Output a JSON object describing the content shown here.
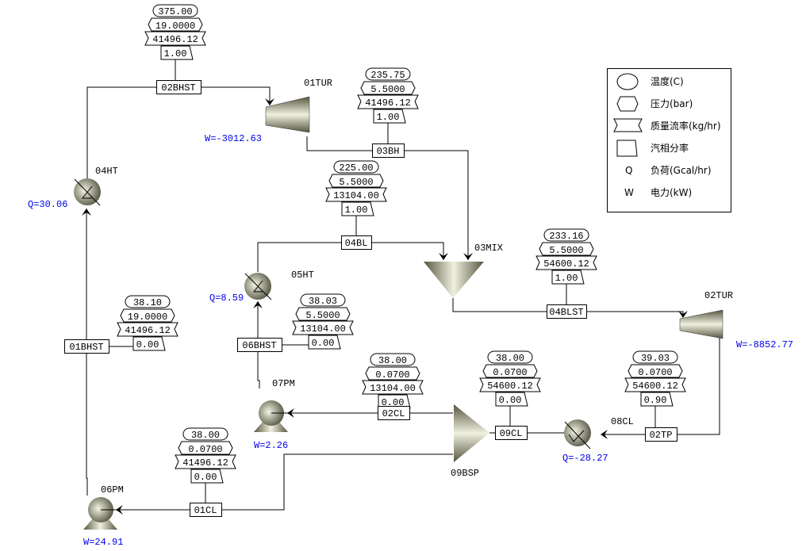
{
  "legend": {
    "items": [
      {
        "symbol": "oval",
        "label": "温度(C)"
      },
      {
        "symbol": "hexagon",
        "label": "压力(bar)"
      },
      {
        "symbol": "bowtie",
        "label": "质量流率(kg/hr)"
      },
      {
        "symbol": "trapezoid",
        "label": "汽相分率"
      },
      {
        "symbol": "Q",
        "label": "负荷(Gcal/hr)"
      },
      {
        "symbol": "W",
        "label": "电力(kW)"
      }
    ]
  },
  "blocks": {
    "tur01": {
      "name": "01TUR",
      "duty": "W=-3012.63"
    },
    "tur02": {
      "name": "02TUR",
      "duty": "W=-8852.77"
    },
    "ht04": {
      "name": "04HT",
      "duty": "Q=30.06"
    },
    "ht05": {
      "name": "05HT",
      "duty": "Q=8.59"
    },
    "mix03": {
      "name": "03MIX"
    },
    "cl08": {
      "name": "08CL",
      "duty": "Q=-28.27"
    },
    "bsp09": {
      "name": "09BSP"
    },
    "pm07": {
      "name": "07PM",
      "duty": "W=2.26"
    },
    "pm06": {
      "name": "06PM",
      "duty": "W=24.91"
    }
  },
  "streams": {
    "s02BHST": {
      "name": "02BHST",
      "T": "375.00",
      "P": "19.0000",
      "F": "41496.12",
      "V": "1.00"
    },
    "s03BH": {
      "name": "03BH",
      "T": "235.75",
      "P": "5.5000",
      "F": "41496.12",
      "V": "1.00"
    },
    "s04BL": {
      "name": "04BL",
      "T": "225.00",
      "P": "5.5000",
      "F": "13104.00",
      "V": "1.00"
    },
    "s04BLST": {
      "name": "04BLST",
      "T": "233.16",
      "P": "5.5000",
      "F": "54600.12",
      "V": "1.00"
    },
    "s01BHST": {
      "name": "01BHST",
      "T": "38.10",
      "P": "19.0000",
      "F": "41496.12",
      "V": "0.00"
    },
    "s06BHST": {
      "name": "06BHST",
      "T": "38.03",
      "P": "5.5000",
      "F": "13104.00",
      "V": "0.00"
    },
    "s02CL": {
      "name": "02CL",
      "T": "38.00",
      "P": "0.0700",
      "F": "13104.00",
      "V": "0.00"
    },
    "s09CL": {
      "name": "09CL",
      "T": "38.00",
      "P": "0.0700",
      "F": "54600.12",
      "V": "0.00"
    },
    "s02TP": {
      "name": "02TP",
      "T": "39.03",
      "P": "0.0700",
      "F": "54600.12",
      "V": "0.90"
    },
    "s01CL": {
      "name": "01CL",
      "T": "38.00",
      "P": "0.0700",
      "F": "41496.12",
      "V": "0.00"
    }
  }
}
